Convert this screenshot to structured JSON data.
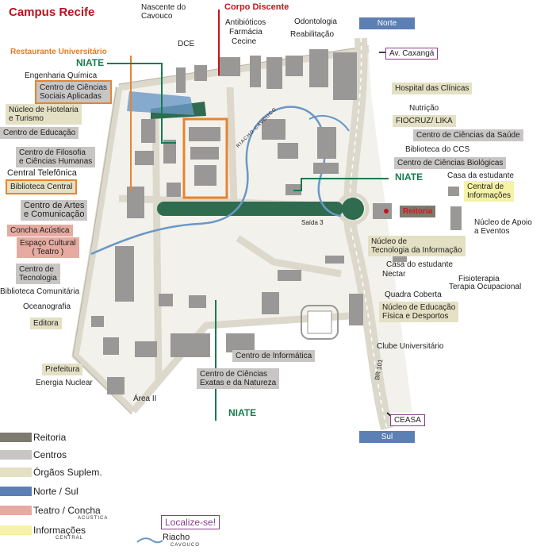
{
  "title": "Campus Recife",
  "road_labels": {
    "av_caxanga": "Av. Caxangá",
    "saida3": "Saída 3",
    "br101": "BR 101",
    "ceasa": "CEASA",
    "riacho_curve": "RIACHO CAVOUCO"
  },
  "highlights": {
    "corpo_discente": "Corpo Discente",
    "restaurante": "Restaurante Universitário",
    "niate": "NIATE"
  },
  "compass": {
    "norte": "Norte",
    "sul": "Sul"
  },
  "labels": {
    "nascente": "Nascente do\nCavouco",
    "antibioticos": "Antibióticos",
    "farmacia": "Farmácia",
    "cecine": "Cecine",
    "odontologia": "Odontologia",
    "reabilitacao": "Reabilitação",
    "dce": "DCE",
    "eng_quimica": "Engenharia Química",
    "hospital": "Hospital das Clínicas",
    "nutricao": "Nutrição",
    "fiocruz": "FIOCRUZ/ LIKA",
    "ccs": "Centro de Ciências da Saúde",
    "biblioteca_ccs": "Biblioteca do CCS",
    "ccb": "Centro de Ciências Biológicas",
    "casa_estudante1": "Casa da estudante",
    "central_info": "Central de\nInformações",
    "reitoria": "Reitoria",
    "nucleo_apoio": "Núcleo de Apoio\na Eventos",
    "nti": "Núcleo de\nTecnologia da Informação",
    "casa_estudante2": "Casa do estudante",
    "nectar": "Nectar",
    "fisioterapia": "Fisioterapia",
    "terapia": "Terapia Ocupacional",
    "quadra": "Quadra Coberta",
    "nefd": "Núcleo de Educação\nFísica e Desportos",
    "clube": "Clube Universitário",
    "ccsa": "Centro de Ciências\nSociais Aplicadas",
    "hotelaria": "Núcleo de Hotelaria\ne Turismo",
    "ce": "Centro de Educação",
    "cfch": "Centro de Filosofia\ne Ciências Humanas",
    "central_tel": "Central Telefônica",
    "biblioteca_central": "Biblioteca Central",
    "cac": "Centro de Artes\ne Comunicação",
    "concha": "Concha Acústica",
    "espaco_cultural": "Espaço Cultural\n( Teatro )",
    "ctg": "Centro de\nTecnologia",
    "bib_comunitaria": "Biblioteca Comunitária",
    "oceanografia": "Oceanografia",
    "editora": "Editora",
    "prefeitura": "Prefeitura",
    "energia": "Energia Nuclear",
    "area2": "Área II",
    "cin": "Centro de Informática",
    "ccen": "Centro de Ciências\nExatas e da Natureza"
  },
  "legend": {
    "items": [
      {
        "label": "Reitoria",
        "color": "#7d7a6f"
      },
      {
        "label": "Centros",
        "color": "#c8c5c5"
      },
      {
        "label": "Órgãos Suplem.",
        "color": "#e4e0c4"
      },
      {
        "label": "Norte / Sul",
        "color": "#5c7fb4"
      },
      {
        "label": "Teatro / Concha",
        "sub": "ACÚSTICA",
        "color": "#e6aaa0"
      },
      {
        "label": "Informações",
        "sub": "CENTRAL",
        "color": "#f7f3a6"
      }
    ],
    "localize": "Localize-se!",
    "riacho": "Riacho",
    "riacho_sub": "CAVOUCO"
  },
  "colors": {
    "road": "#dcd9cc",
    "road_edge": "#a9a698",
    "building": "#9a9896",
    "green": "#2e6b4f",
    "river": "#6a98c7",
    "orange": "#e8832d",
    "niate_green": "#167b50",
    "corpo_red": "#c4141c"
  }
}
